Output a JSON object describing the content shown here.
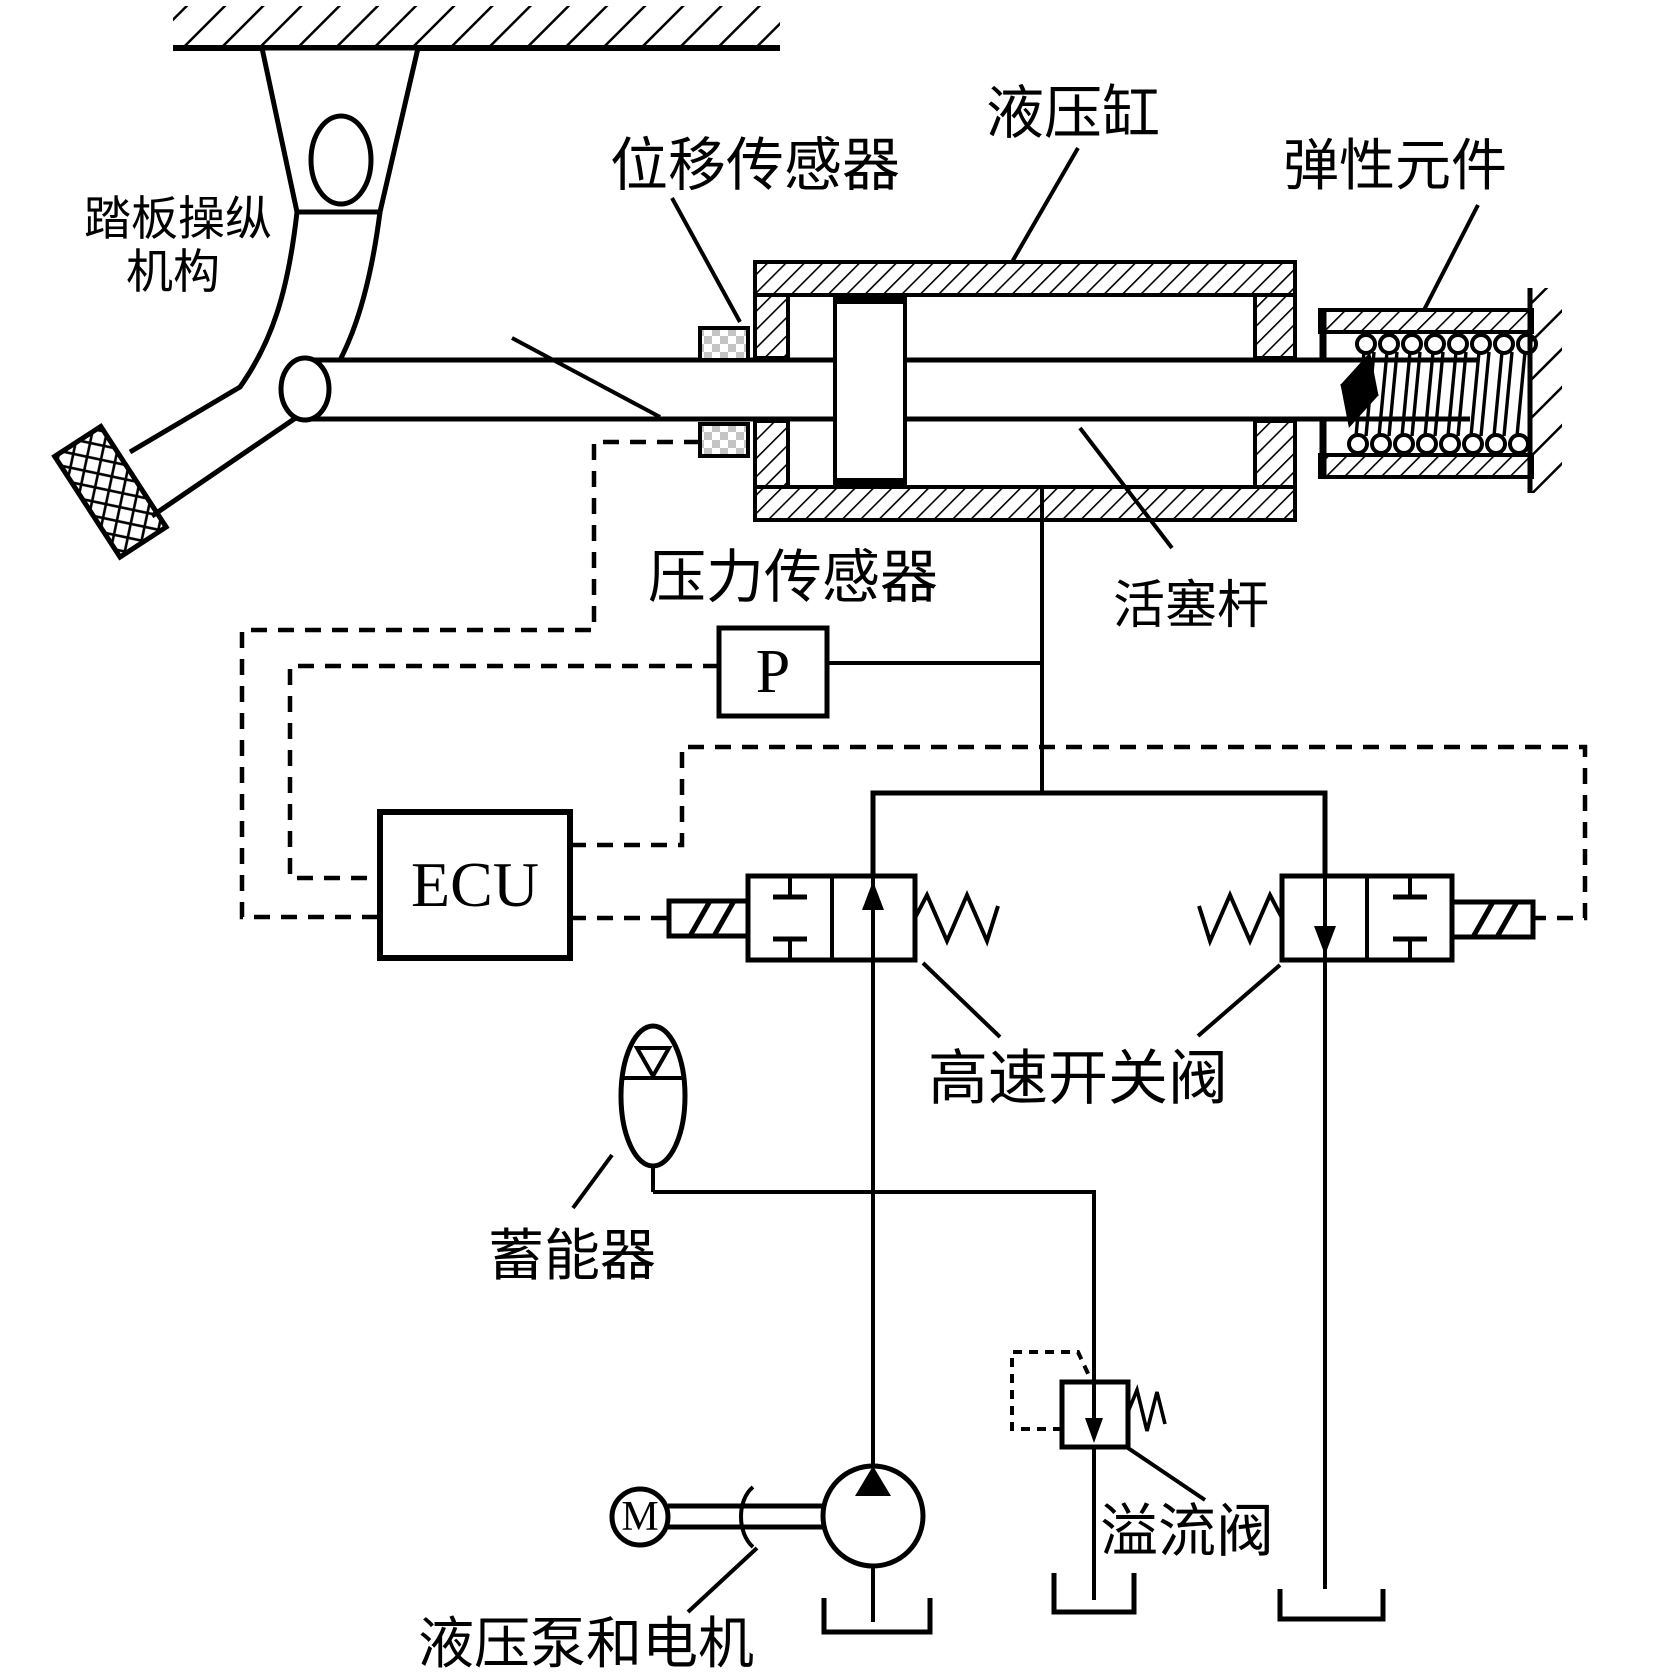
{
  "labels": {
    "pedal_mechanism_line1": "踏板操纵",
    "pedal_mechanism_line2": "机构",
    "displacement_sensor": "位移传感器",
    "hydraulic_cylinder": "液压缸",
    "elastic_element": "弹性元件",
    "pressure_sensor": "压力传感器",
    "piston_rod": "活塞杆",
    "pressure_sensor_symbol": "P",
    "ecu": "ECU",
    "high_speed_valve": "高速开关阀",
    "accumulator": "蓄能器",
    "relief_valve": "溢流阀",
    "motor_symbol": "M",
    "pump_and_motor": "液压泵和电机"
  },
  "colors": {
    "line": "#000000",
    "background": "#ffffff",
    "sensor_block_checker": "#c4c4c4"
  }
}
